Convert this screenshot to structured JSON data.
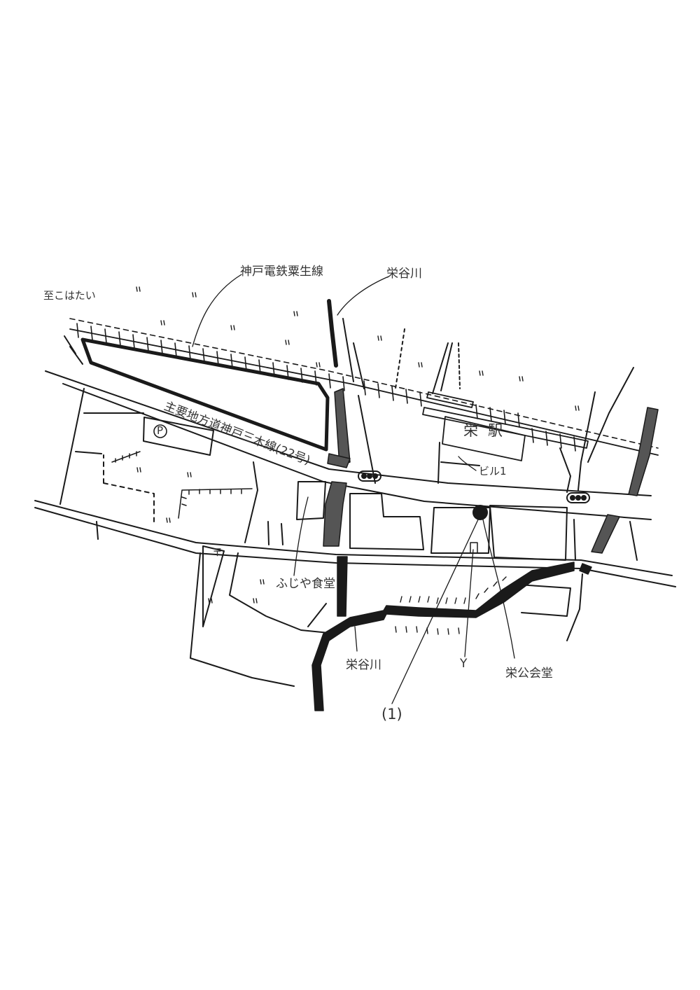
{
  "labels": {
    "railway": "神戸電鉄粟生線",
    "river_top": "栄谷川",
    "to_station": "至こはたい",
    "road": "主要地方道神戸三木線(22号)",
    "parking": "P",
    "station": "栄駅",
    "building1": "ビル1",
    "restaurant": "ふじや食堂",
    "river_bottom": "栄谷川",
    "post_office": "〒",
    "y_mark": "Y",
    "hall": "栄公会堂",
    "figure_number": "(1)"
  },
  "colors": {
    "ink": "#1a1a1a",
    "river_fill": "#555555",
    "paper": "#ffffff"
  },
  "icons": [
    "parking-icon",
    "traffic-signal-icon",
    "hall-marker-icon"
  ]
}
